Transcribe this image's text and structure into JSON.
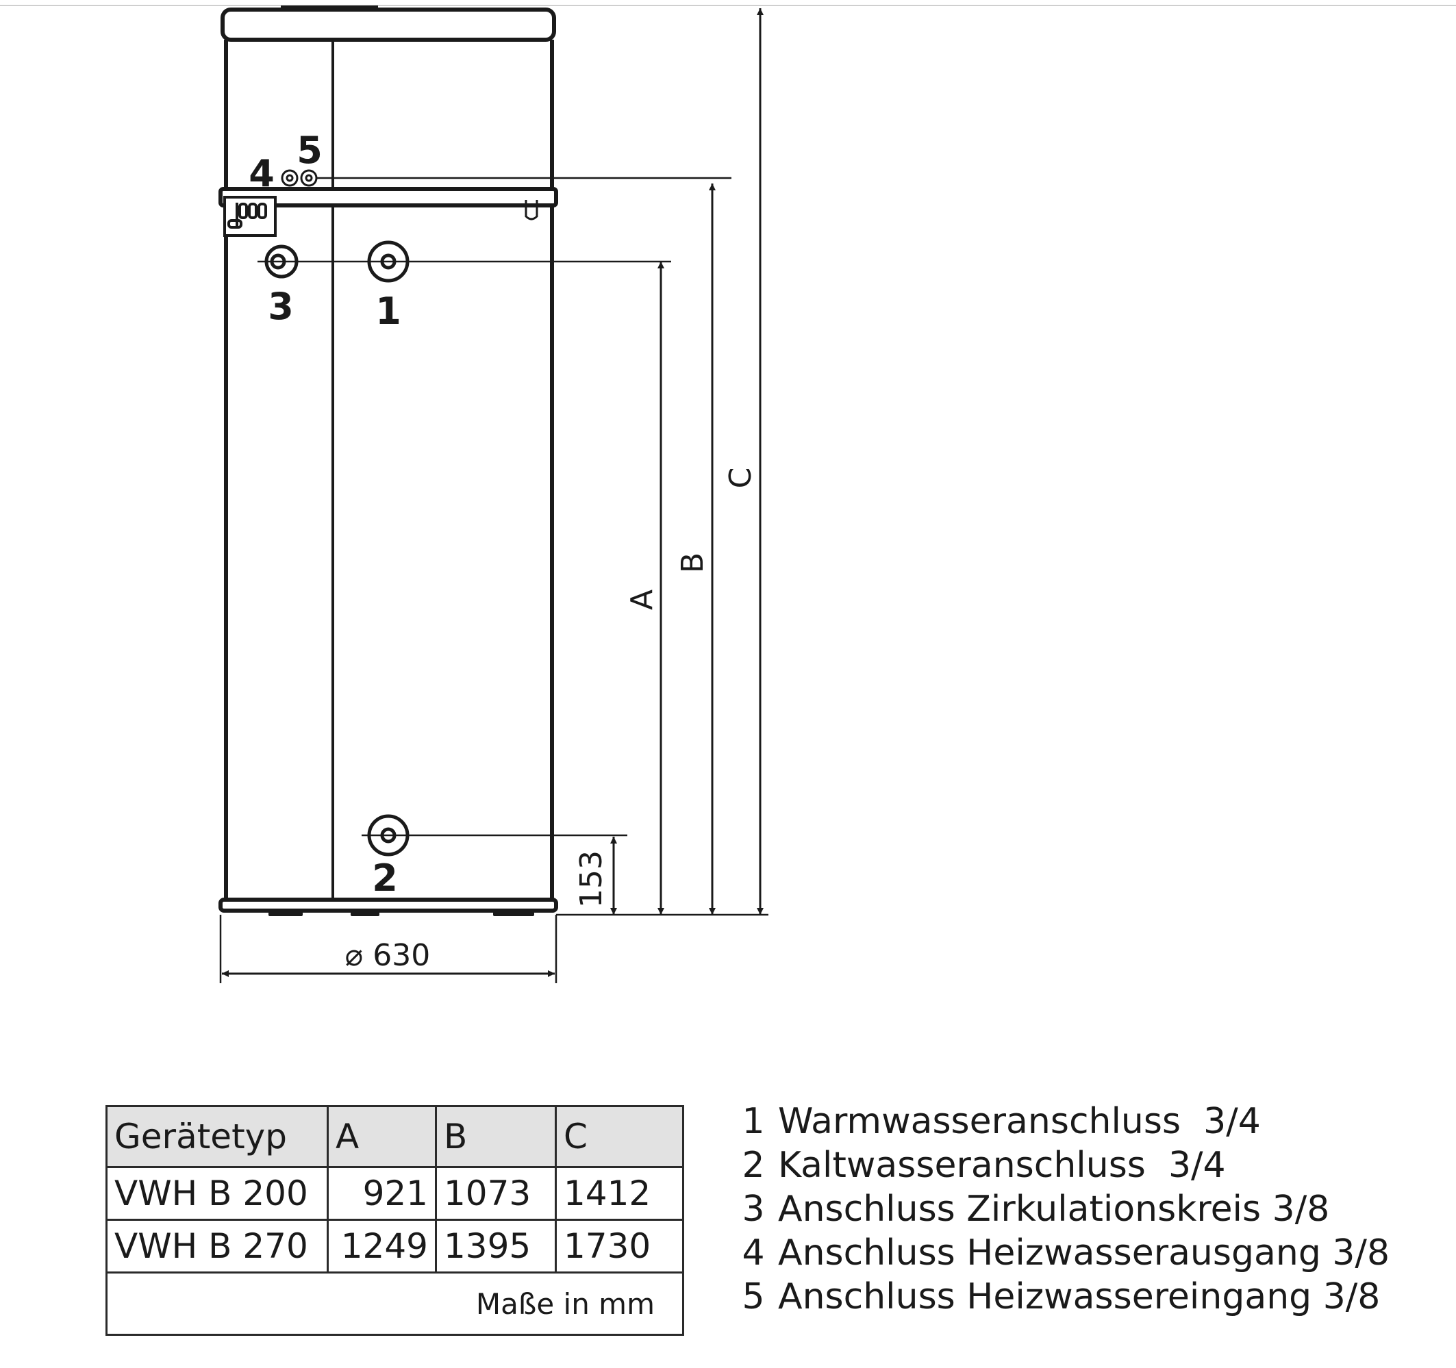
{
  "diagram": {
    "callouts": [
      "1",
      "2",
      "3",
      "4",
      "5"
    ],
    "dimension_labels": {
      "a": "A",
      "b": "B",
      "c": "C"
    },
    "bottom_offset": "153",
    "diameter_label": "⌀ 630",
    "icons": [
      "hot-water-connection-icon",
      "cold-water-connection-icon",
      "circulation-connection-icon",
      "heating-outlet-icon",
      "heating-inlet-icon",
      "control-box-icon"
    ]
  },
  "table": {
    "headers": [
      "Gerätetyp",
      "A",
      "B",
      "C"
    ],
    "rows": [
      [
        "VWH B 200",
        "921",
        "1073",
        "1412"
      ],
      [
        "VWH B 270",
        "1249",
        "1395",
        "1730"
      ]
    ],
    "units_note": "Maße in mm"
  },
  "legend": [
    {
      "num": "1",
      "text": "Warmwasseranschluss  3/4"
    },
    {
      "num": "2",
      "text": "Kaltwasseranschluss  3/4"
    },
    {
      "num": "3",
      "text": "Anschluss Zirkulationskreis 3/8"
    },
    {
      "num": "4",
      "text": "Anschluss Heizwasserausgang 3/8"
    },
    {
      "num": "5",
      "text": "Anschluss Heizwassereingang 3/8"
    }
  ]
}
